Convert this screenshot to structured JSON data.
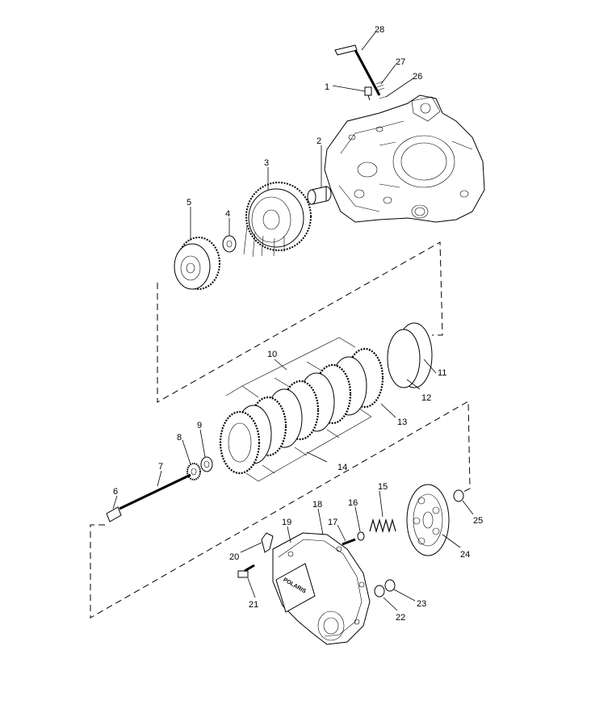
{
  "callouts": [
    "1",
    "2",
    "3",
    "4",
    "5",
    "6",
    "7",
    "8",
    "9",
    "10",
    "11",
    "12",
    "13",
    "14",
    "15",
    "16",
    "17",
    "18",
    "19",
    "20",
    "21",
    "22",
    "23",
    "24",
    "25",
    "26",
    "27",
    "28"
  ],
  "cover_logo_text": "POLARIS"
}
